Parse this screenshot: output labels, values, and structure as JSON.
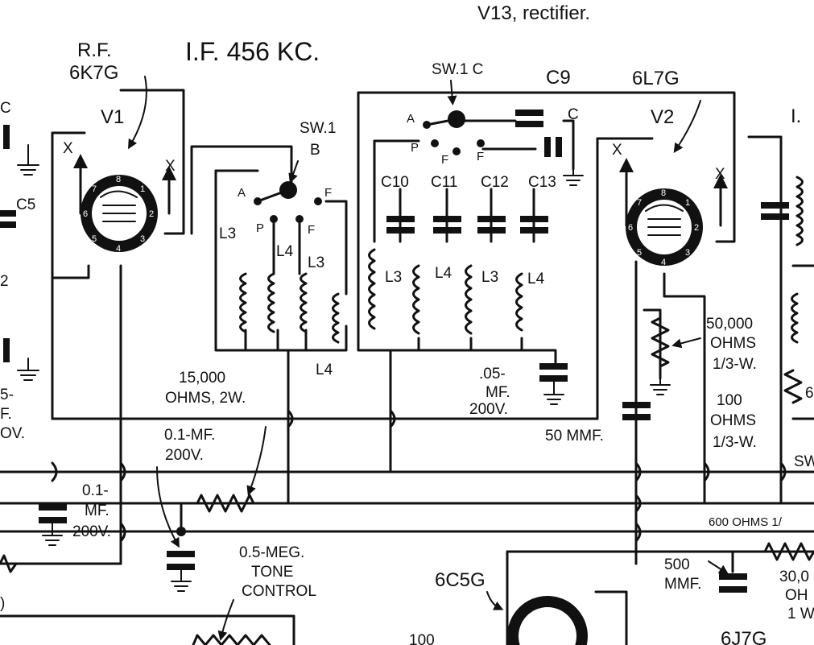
{
  "top_text": {
    "rectifier_note": "V13,  rectifier."
  },
  "title": "I.F. 456 KC.",
  "tubes": {
    "v1": {
      "function": "R.F.",
      "type": "6K7G",
      "designation": "V1"
    },
    "v2": {
      "type": "6L7G",
      "designation": "V2"
    },
    "v3": {
      "type": "6C5G"
    },
    "v4": {
      "type": "6J7G"
    }
  },
  "switches": {
    "sw1b": {
      "line1": "SW.1",
      "line2": "B"
    },
    "sw1c": {
      "label": "SW.1 C"
    },
    "positions": {
      "a": "A",
      "p": "P",
      "f": "F"
    }
  },
  "capacitors": {
    "c5": "C5",
    "c9": "C9",
    "c_var": "C",
    "c10": "C10",
    "c11": "C11",
    "c12": "C12",
    "c13": "C13"
  },
  "coils": {
    "l3": "L3",
    "l4": "L4"
  },
  "pin_marks": {
    "x": "X"
  },
  "pins": [
    "1",
    "2",
    "3",
    "4",
    "5",
    "6",
    "7",
    "8"
  ],
  "components": {
    "r_15000": {
      "line1": "15,000",
      "line2": "OHMS, 2W."
    },
    "c_01_top": {
      "line1": "0.1-MF.",
      "line2": "200V."
    },
    "c_01_left": {
      "line1": "0.1-",
      "line2": "MF.",
      "line3": "200V."
    },
    "c_05": {
      "line1": ".05-",
      "line2": "MF.",
      "line3": "200V."
    },
    "c_50mmf": "50 MMF.",
    "r_50000": {
      "line1": "50,000",
      "line2": "OHMS",
      "line3": "1/3-W."
    },
    "r_100": {
      "line1": "100",
      "line2": "OHMS",
      "line3": "1/3-W."
    },
    "r_600": "600 OHMS 1/",
    "c_500mmf": {
      "line1": "500",
      "line2": "MMF."
    },
    "tone": {
      "line1": "0.5-MEG.",
      "line2": "TONE",
      "line3": "CONTROL"
    },
    "r_30000": {
      "line1": "30,0",
      "line2": "OH",
      "line3": "1 W"
    },
    "bottom_100": "100"
  },
  "edge_fragments": {
    "left_c": "C",
    "left_2": "2",
    "left_5": "5-",
    "left_f": "F.",
    "left_ov": "OV.",
    "right_i": "I.",
    "right_6": "6",
    "right_sw": "SW",
    "left_d": ")"
  }
}
